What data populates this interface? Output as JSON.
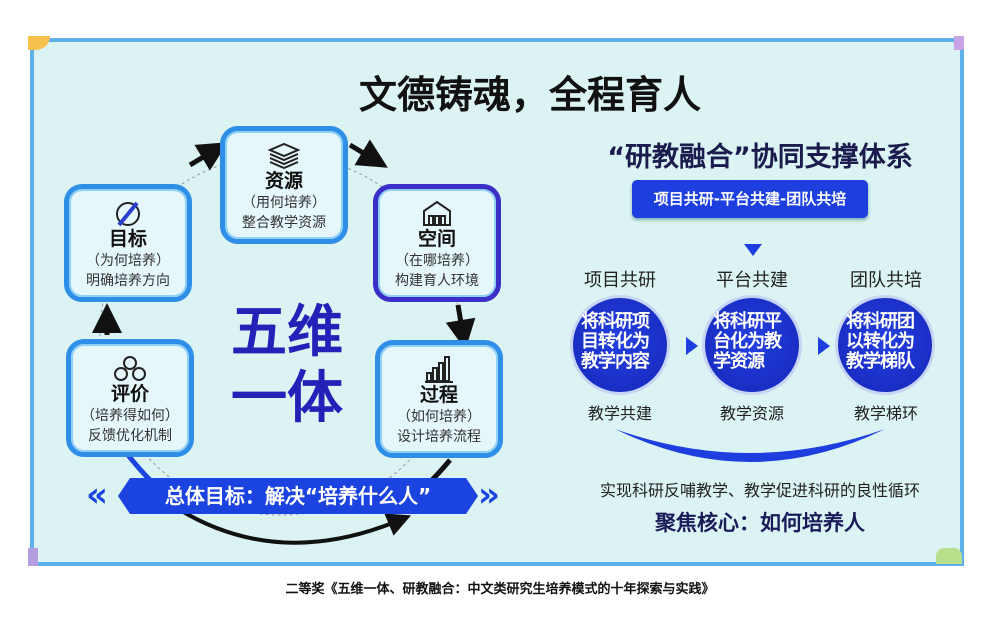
{
  "left": {
    "title": "文德铸魂，全程育人",
    "center": [
      "五维",
      "一体"
    ],
    "boxes": [
      {
        "icon": "layers-icon",
        "heading": "资源",
        "question": "（用何培养）",
        "desc": "整合教学资源"
      },
      {
        "icon": "compass-icon",
        "heading": "目标",
        "question": "（为何培养）",
        "desc": "明确培养方向"
      },
      {
        "icon": "building-icon",
        "heading": "空间",
        "question": "（在哪培养）",
        "desc": "构建育人环境"
      },
      {
        "icon": "gears-icon",
        "heading": "评价",
        "question": "（培养得如何）",
        "desc": "反馈优化机制"
      },
      {
        "icon": "bar-chart-icon",
        "heading": "过程",
        "question": "（如何培养）",
        "desc": "设计培养流程"
      }
    ],
    "banner": "总体目标：解决“培养什么人”"
  },
  "right": {
    "title": "“研教融合”协同支撑体系",
    "summary_box": "项目共研-平台共建-团队共培",
    "columns": [
      {
        "label": "项目共研",
        "circle": "将科研项目转化为教学内容",
        "result": "教学共建"
      },
      {
        "label": "平台共建",
        "circle": "将科研平台化为教学资源",
        "result": "教学资源"
      },
      {
        "label": "团队共培",
        "circle": "将科研团以转化为教学梯队",
        "result": "教学梯环"
      }
    ],
    "cycle_text": "实现科研反哺教学、教学促进科研的良性循环",
    "core": "聚焦核心：如何培养人"
  },
  "caption": "二等奖《五维一体、研教融合：中文类研究生培养模式的十年探索与实践》",
  "colors": {
    "panel_bg": "#dcf3f4",
    "accent": "#1d3fe0",
    "border": "#5eb0ea"
  }
}
